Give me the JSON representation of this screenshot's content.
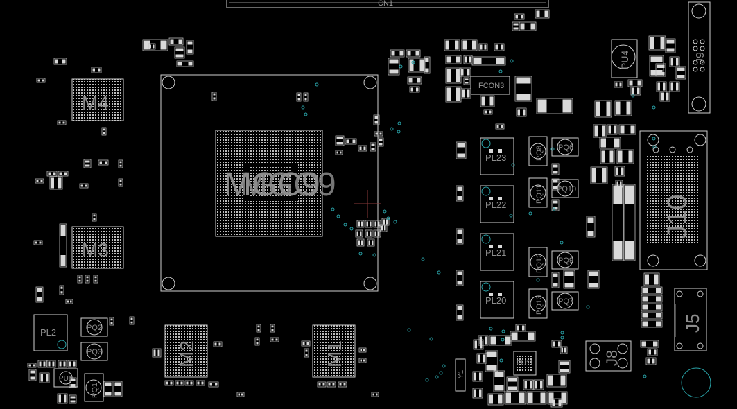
{
  "labels": {
    "cpu_a": "MGC9",
    "cpu_b": "MGC9",
    "m1": "M1",
    "m2": "M2",
    "m3": "M3",
    "m4": "M4",
    "j10": "J10",
    "j9": "J9",
    "j8": "J8",
    "j5": "J5",
    "pu4": "PU4",
    "pu11": "PU11",
    "pu1": "PU1",
    "fcon3": "FCON3",
    "pl23": "PL23",
    "pl22": "PL22",
    "pl21": "PL21",
    "pl20": "PL20",
    "pl2": "PL2",
    "pq6": "PQ6",
    "pq7": "PQ7",
    "pq8": "PQ8",
    "pq9": "PQ9",
    "pq10": "PQ10",
    "pq11": "PQ11",
    "pq12": "PQ12",
    "pq13": "PQ13",
    "pq2": "PQ2",
    "pq3": "PQ3",
    "pq1": "PQ1",
    "y1": "Y1",
    "cn": "CN1"
  },
  "colors": {
    "background": "#000000",
    "outline": "#cfcfcf",
    "via": "#29a3a8",
    "label": "#8c8c8c",
    "marker": "#8a3a3a"
  }
}
